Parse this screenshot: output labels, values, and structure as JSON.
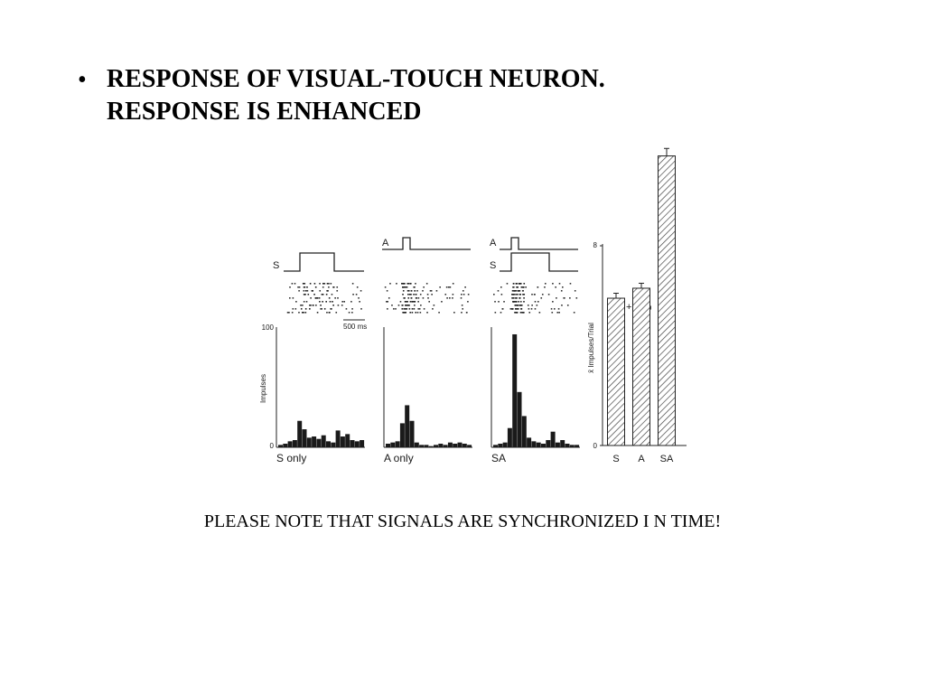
{
  "slide": {
    "bullet": "•",
    "heading_lines": [
      "RESPONSE OF VISUAL-TOUCH NEURON.",
      "RESPONSE IS ENHANCED"
    ],
    "note": "PLEASE NOTE THAT SIGNALS ARE SYNCHRONIZED I N TIME!"
  },
  "chart_data": [
    {
      "type": "bar",
      "panel": "S only",
      "stimulus_labels": [
        "S"
      ],
      "scale_bar_label": "500 ms",
      "ylabel": "Impulses",
      "yticks": [
        0,
        100
      ],
      "ylim": [
        0,
        100
      ],
      "values": [
        2,
        3,
        5,
        6,
        22,
        15,
        8,
        9,
        7,
        10,
        5,
        4,
        14,
        9,
        11,
        6,
        5,
        6
      ]
    },
    {
      "type": "bar",
      "panel": "A only",
      "stimulus_labels": [
        "A"
      ],
      "values": [
        3,
        4,
        5,
        20,
        35,
        22,
        4,
        2,
        2,
        1,
        2,
        3,
        2,
        4,
        3,
        4,
        3,
        2
      ]
    },
    {
      "type": "bar",
      "panel": "SA",
      "stimulus_labels": [
        "A",
        "S"
      ],
      "values": [
        2,
        3,
        4,
        16,
        94,
        46,
        26,
        8,
        5,
        4,
        3,
        6,
        13,
        4,
        6,
        3,
        2,
        2
      ]
    },
    {
      "type": "bar",
      "categories": [
        "S",
        "A",
        "SA"
      ],
      "values": [
        5.9,
        6.3,
        11.6
      ],
      "errors": [
        0.2,
        0.2,
        0.3
      ],
      "ylabel": "x̄ Impulses/Trial",
      "yticks": [
        0,
        8
      ],
      "ylim": [
        0,
        12
      ],
      "annotation": "+79%",
      "pattern": "hatched"
    }
  ]
}
